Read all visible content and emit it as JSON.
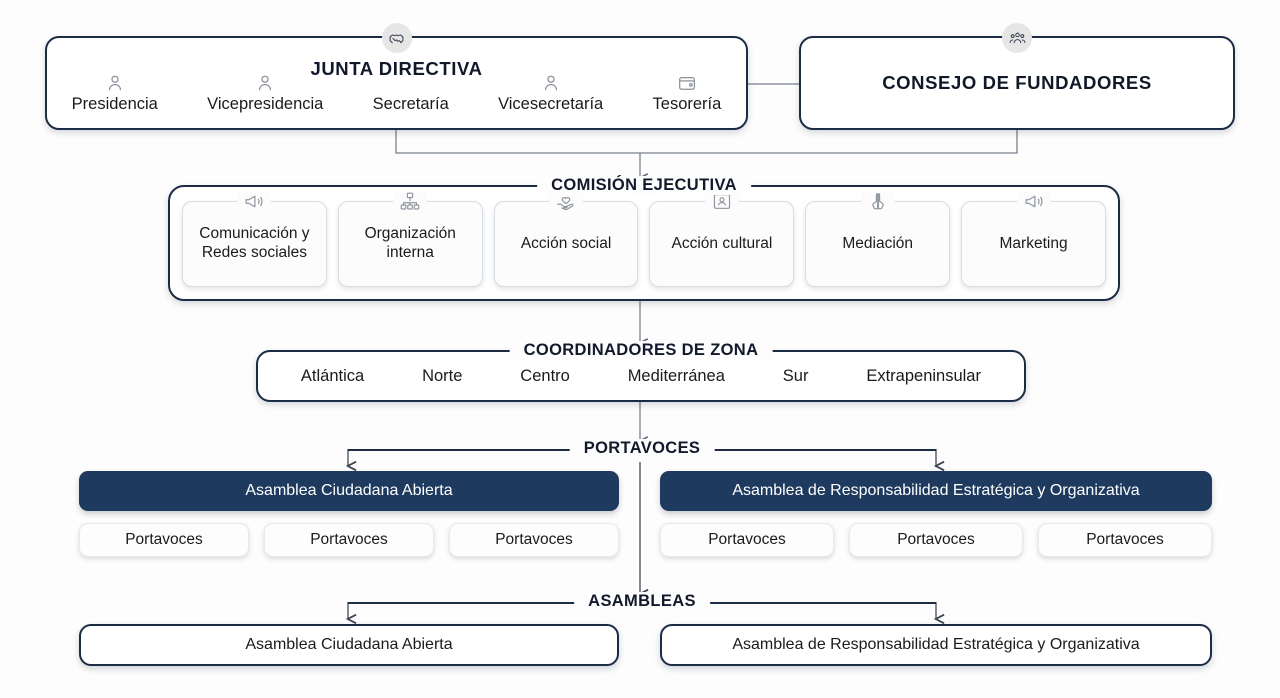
{
  "colors": {
    "border": "#1c2c45",
    "navy_fill": "#1e3a5f",
    "background": "#fdfdfd",
    "card_border": "#d9dde4",
    "badge_bg": "#e6e6e6"
  },
  "junta": {
    "title": "JUNTA DIRECTIVA",
    "badge_icon": "handshake-icon",
    "members": [
      {
        "label": "Presidencia",
        "icon": "person-icon"
      },
      {
        "label": "Vicepresidencia",
        "icon": "person-icon"
      },
      {
        "label": "Secretaría",
        "icon": "none"
      },
      {
        "label": "Vicesecretaría",
        "icon": "person-icon"
      },
      {
        "label": "Tesorería",
        "icon": "wallet-icon"
      }
    ]
  },
  "consejo": {
    "title": "CONSEJO DE FUNDADORES",
    "badge_icon": "people-group-icon"
  },
  "comision": {
    "title": "COMISIÓN EJECUTIVA",
    "cards": [
      {
        "label": "Comunicación y Redes sociales",
        "icon": "megaphone-icon"
      },
      {
        "label": "Organización interna",
        "icon": "org-chart-icon"
      },
      {
        "label": "Acción social",
        "icon": "hand-heart-icon"
      },
      {
        "label": "Acción cultural",
        "icon": "id-card-icon"
      },
      {
        "label": "Mediación",
        "icon": "praying-hands-icon"
      },
      {
        "label": "Marketing",
        "icon": "megaphone-icon"
      }
    ]
  },
  "coordinadores": {
    "title": "COORDINADORES DE ZONA",
    "zones": [
      "Atlántica",
      "Norte",
      "Centro",
      "Mediterránea",
      "Sur",
      "Extrapeninsular"
    ]
  },
  "portavoces": {
    "title": "PORTAVOCES",
    "groups": [
      {
        "assembly": "Asamblea Ciudadana Abierta",
        "spokespeople": [
          "Portavoces",
          "Portavoces",
          "Portavoces"
        ]
      },
      {
        "assembly": "Asamblea de Responsabilidad Estratégica y Organizativa",
        "spokespeople": [
          "Portavoces",
          "Portavoces",
          "Portavoces"
        ]
      }
    ]
  },
  "asambleas": {
    "title": "ASAMBLEAS",
    "items": [
      "Asamblea Ciudadana Abierta",
      "Asamblea de Responsabilidad Estratégica y Organizativa"
    ]
  }
}
